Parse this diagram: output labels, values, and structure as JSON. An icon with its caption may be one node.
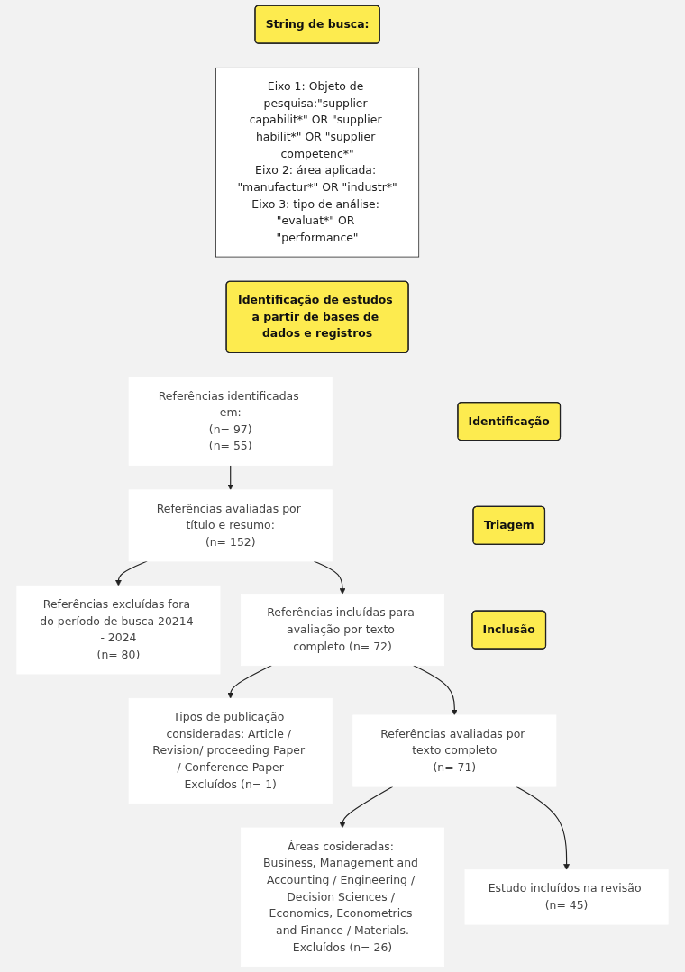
{
  "diagram": {
    "nodes": [
      {
        "text": [
          "String de busca:"
        ]
      },
      {
        "text": [
          "Eixo 1: Objeto de pesquisa:\"supplier capabilit*\" OR \"supplier habilit*\" OR \"supplier competenc*\"",
          "Eixo 2: área aplicada: \"manufactur*\" OR \"industr*\"",
          "Eixo 3: tipo de análise: \"evaluat*\" OR \"performance\""
        ]
      },
      {
        "text": [
          "Identificação de estudos a partir de bases de dados e registros"
        ]
      },
      {
        "text": [
          "Identificação"
        ]
      },
      {
        "text": [
          "Referências identificadas em:",
          "(n= 97)",
          "(n= 55)"
        ]
      },
      {
        "text": [
          "Triagem"
        ]
      },
      {
        "text": [
          "Referências avaliadas por título e resumo:",
          "(n= 152)"
        ]
      },
      {
        "text": [
          "Referências excluídas fora do período de busca 20214 - 2024",
          "(n= 80)"
        ]
      },
      {
        "text": [
          "Referências incluídas para avaliação por texto completo (n= 72)"
        ]
      },
      {
        "text": [
          "Tipos de publicação consideradas: Article / Revision/ proceeding Paper / Conference Paper",
          "Excluídos (n= 1)"
        ]
      },
      {
        "text": [
          "Referências avaliadas por texto completo",
          "(n= 71)"
        ]
      },
      {
        "text": [
          "Áreas cosideradas: Business, Management and Accounting / Engineering / Decision Sciences / Economics, Econometrics and Finance / Materials.",
          "Excluídos (n= 26)"
        ]
      },
      {
        "text": [
          "Inclusão"
        ]
      },
      {
        "text": [
          "Estudo incluídos na revisão (n= 45)"
        ]
      }
    ],
    "edges": [
      {
        "from": 4,
        "to": 6,
        "arrow": "to"
      },
      {
        "from": 6,
        "to": 7,
        "arrow": "to"
      },
      {
        "from": 6,
        "to": 8,
        "arrow": "to"
      },
      {
        "from": 8,
        "to": 9,
        "arrow": "to"
      },
      {
        "from": 8,
        "to": 10,
        "arrow": "to"
      },
      {
        "from": 10,
        "to": 11,
        "arrow": "to"
      },
      {
        "from": 10,
        "to": 13,
        "arrow": "to"
      }
    ]
  }
}
